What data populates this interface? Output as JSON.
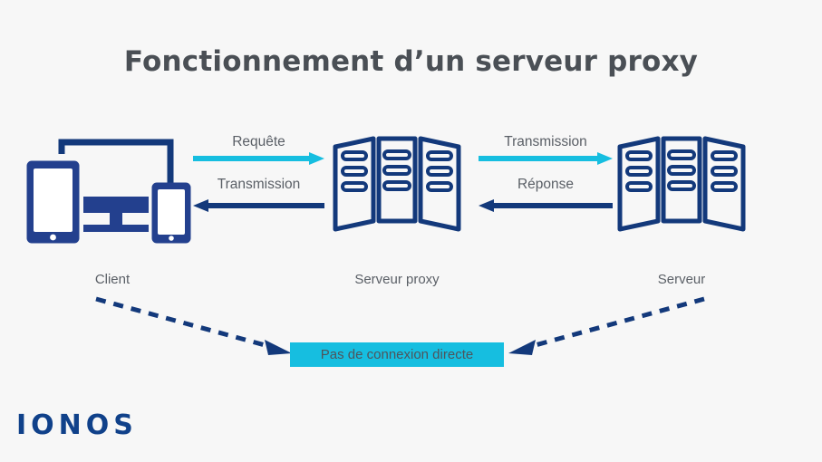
{
  "page": {
    "title": "Fonctionnement d’un serveur proxy",
    "background_color": "#f7f7f7",
    "brand_logo": "IONOS"
  },
  "colors": {
    "dark_blue": "#13397b",
    "cyan": "#16bee0",
    "title_gray": "#4a4f55",
    "label_gray": "#5a5f66",
    "logo_blue": "#10418a",
    "background": "#f7f7f7"
  },
  "nodes": [
    {
      "id": "client",
      "caption": "Client",
      "icon": "client-devices-icon"
    },
    {
      "id": "proxy",
      "caption": "Serveur proxy",
      "icon": "server-rack-icon"
    },
    {
      "id": "server",
      "caption": "Serveur",
      "icon": "server-rack-icon"
    }
  ],
  "flows": [
    {
      "id": "request",
      "label": "Requête",
      "direction": "right",
      "color": "#16bee0",
      "from": "client",
      "to": "proxy"
    },
    {
      "id": "transmission-left",
      "label": "Transmission",
      "direction": "left",
      "color": "#13397b",
      "from": "proxy",
      "to": "client"
    },
    {
      "id": "transmission-right",
      "label": "Transmission",
      "direction": "right",
      "color": "#16bee0",
      "from": "proxy",
      "to": "server"
    },
    {
      "id": "response",
      "label": "Réponse",
      "direction": "left",
      "color": "#13397b",
      "from": "server",
      "to": "proxy"
    }
  ],
  "callout": {
    "label": "Pas de connexion directe",
    "background_color": "#16bee0",
    "text_color": "#4f545b",
    "connectors": [
      {
        "id": "client-to-callout",
        "style": "dashed",
        "direction": "down-right",
        "color": "#13397b"
      },
      {
        "id": "server-to-callout",
        "style": "dashed",
        "direction": "down-left",
        "color": "#13397b"
      }
    ]
  }
}
